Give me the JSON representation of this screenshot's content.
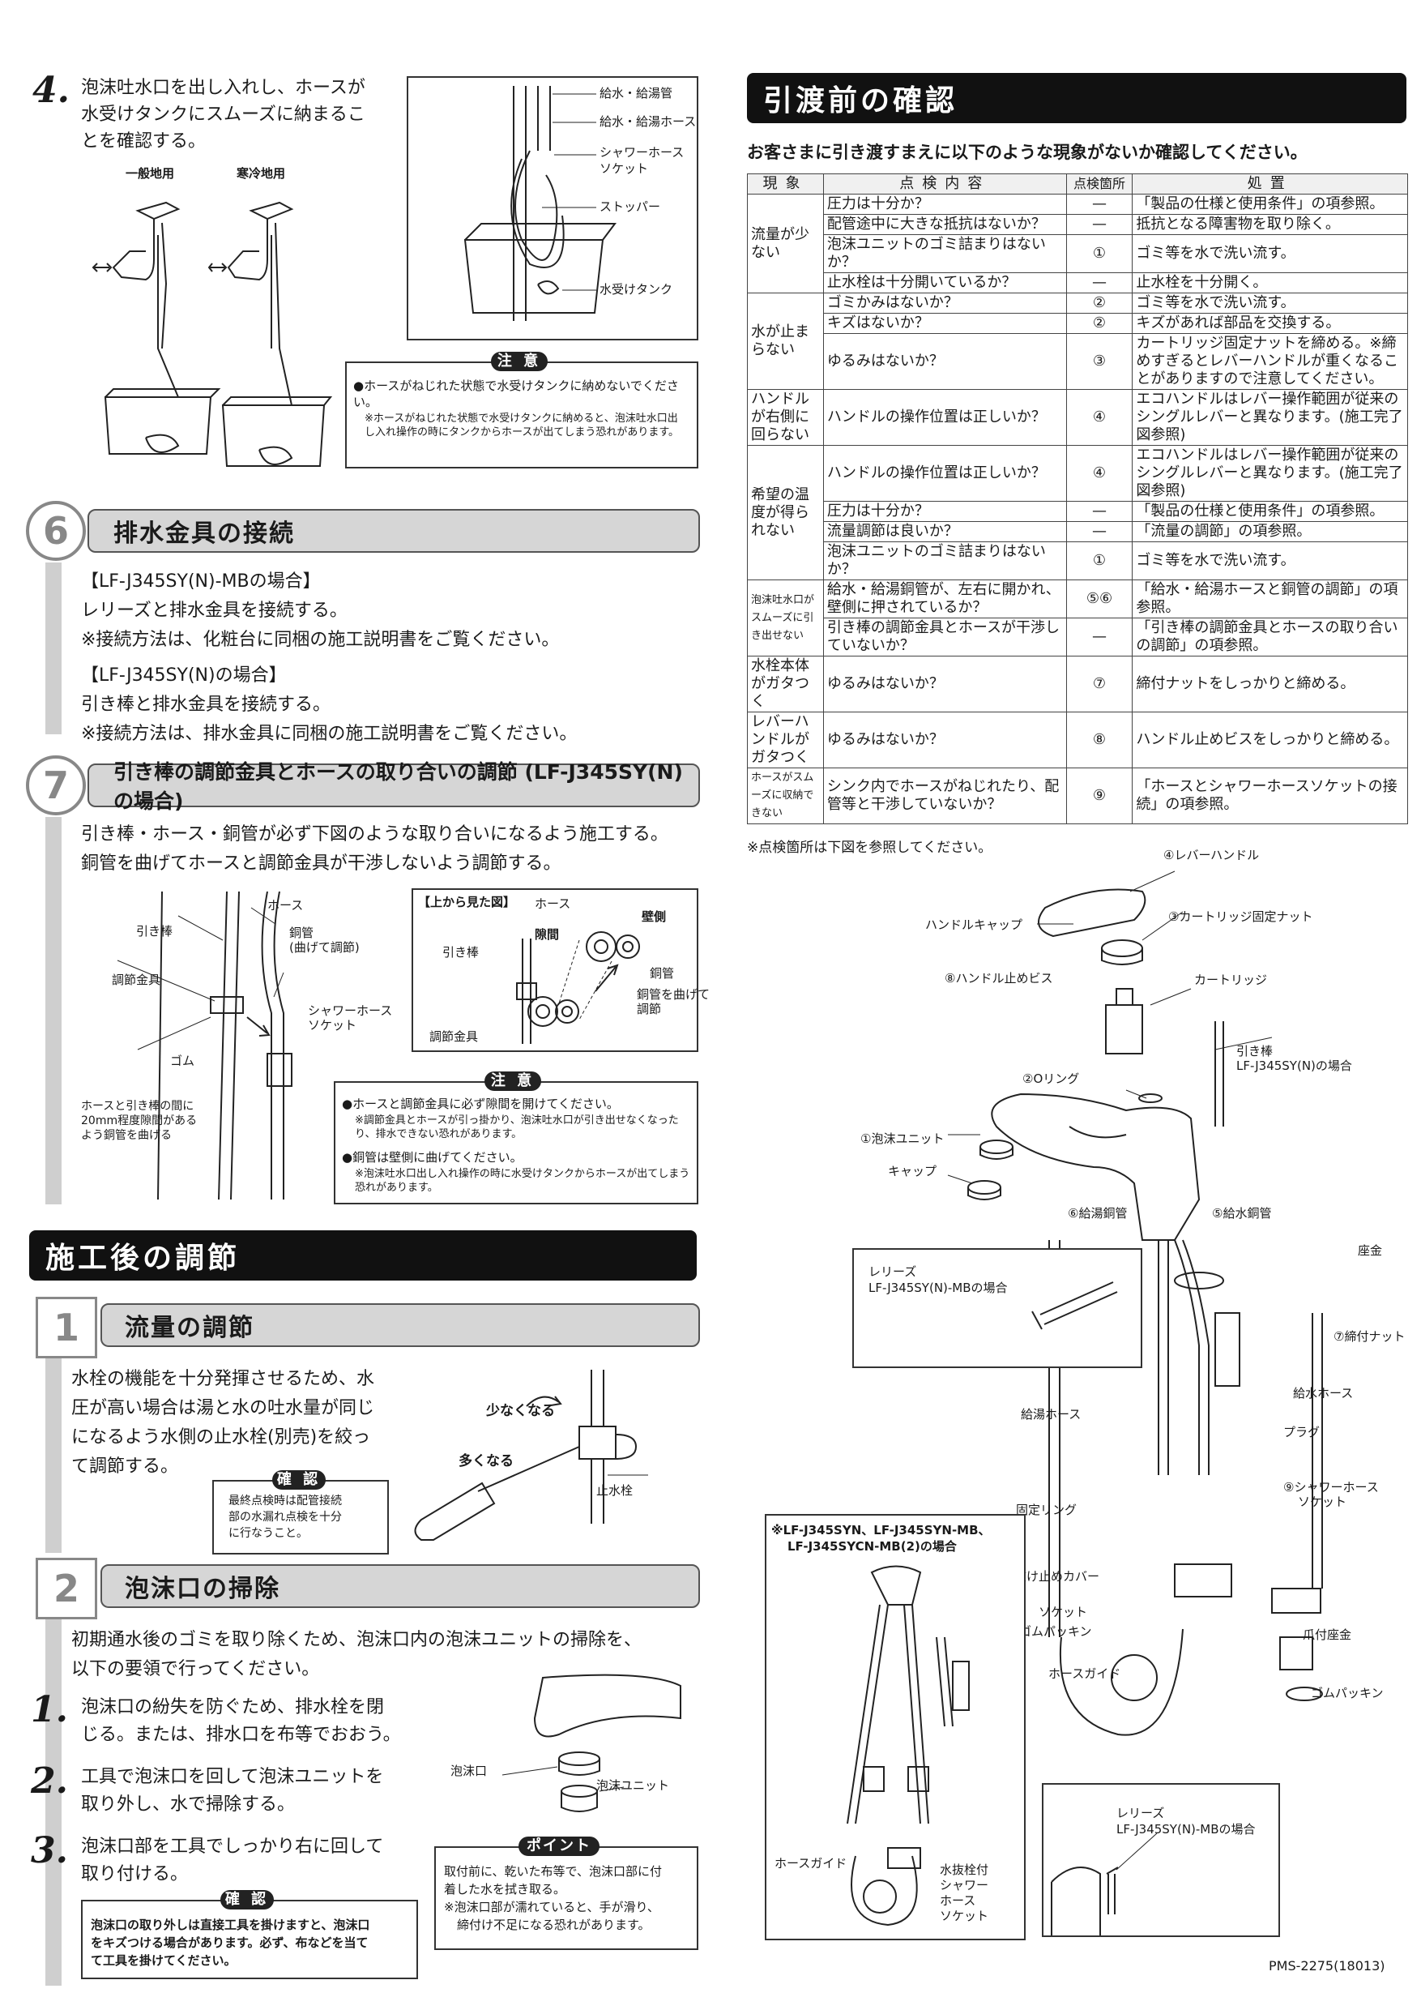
{
  "step4": {
    "num": "4.",
    "text": [
      "泡沫吐水口を出し入れし、ホースが",
      "水受けタンクにスムーズに納まるこ",
      "とを確認する。"
    ],
    "label_general": "一般地用",
    "label_cold": "寒冷地用",
    "diagram_labels": {
      "supply": "給水・給湯管",
      "hose": "給水・給湯ホース",
      "shower_socket_1": "シャワーホース",
      "shower_socket_2": "ソケット",
      "stopper": "ストッパー",
      "tank": "水受けタンク"
    },
    "caution": {
      "badge": "注 意",
      "main": "●ホースがねじれた状態で水受けタンクに納めないでください。",
      "note": "※ホースがねじれた状態で水受けタンクに納めると、泡沫吐水口出し入れ操作の時にタンクからホースが出てしまう恐れがあります。"
    }
  },
  "sec6": {
    "num": "6",
    "title": "排水金具の接続",
    "lines": [
      "【LF-J345SY(N)-MBの場合】",
      "レリーズと排水金具を接続する。",
      "※接続方法は、化粧台に同梱の施工説明書をご覧ください。",
      "【LF-J345SY(N)の場合】",
      "引き棒と排水金具を接続する。",
      "※接続方法は、排水金具に同梱の施工説明書をご覧ください。"
    ]
  },
  "sec7": {
    "num": "7",
    "title": "引き棒の調節金具とホースの取り合いの調節 (LF-J345SY(N)の場合)",
    "lines": [
      "引き棒・ホース・銅管が必ず下図のような取り合いになるよう施工する。",
      "銅管を曲げてホースと調節金具が干渉しないよう調節する。"
    ],
    "labels": {
      "hose": "ホース",
      "pullrod": "引き棒",
      "copper1": "銅管",
      "copper2": "(曲げて調節)",
      "adjust": "調節金具",
      "gom": "ゴム",
      "shower1": "シャワーホース",
      "shower2": "ソケット",
      "gap1": "ホースと引き棒の間に",
      "gap2": "20mm程度隙間がある",
      "gap3": "よう銅管を曲げる"
    },
    "top_view": {
      "title": "【上から見た図】",
      "hose": "ホース",
      "wall": "壁側",
      "gap": "隙間",
      "pullrod": "引き棒",
      "copper": "銅管",
      "bend1": "銅管を曲げて",
      "bend2": "調節",
      "adjust": "調節金具"
    },
    "caution": {
      "badge": "注 意",
      "main1": "●ホースと調節金具に必ず隙間を開けてください。",
      "note1": "※調節金具とホースが引っ掛かり、泡沫吐水口が引き出せなくなったり、排水できない恐れがあります。",
      "main2": "●銅管は壁側に曲げてください。",
      "note2": "※泡沫吐水口出し入れ操作の時に水受けタンクからホースが出てしまう恐れがあります。"
    }
  },
  "after": {
    "title": "施工後の調節",
    "s1": {
      "num": "1",
      "title": "流量の調節",
      "lines": [
        "水栓の機能を十分発揮させるため、水",
        "圧が高い場合は湯と水の吐水量が同じ",
        "になるよう水側の止水栓(別売)を絞っ",
        "て調節する。"
      ],
      "confirm_badge": "確 認",
      "confirm": [
        "最終点検時は配管接続",
        "部の水漏れ点検を十分",
        "に行なうこと。"
      ],
      "less": "少なくなる",
      "more": "多くなる",
      "stopcock": "止水栓"
    },
    "s2": {
      "num": "2",
      "title": "泡沫口の掃除",
      "lines": [
        "初期通水後のゴミを取り除くため、泡沫口内の泡沫ユニットの掃除を、",
        "以下の要領で行ってください。"
      ],
      "steps": [
        {
          "n": "1.",
          "l1": "泡沫口の紛失を防ぐため、排水栓を閉",
          "l2": "じる。または、排水口を布等でおおう。"
        },
        {
          "n": "2.",
          "l1": "工具で泡沫口を回して泡沫ユニットを",
          "l2": "取り外し、水で掃除する。"
        },
        {
          "n": "3.",
          "l1": "泡沫口部を工具でしっかり右に回して",
          "l2": "取り付ける。"
        }
      ],
      "awa_label": "泡沫口",
      "unit_label": "泡沫ユニット",
      "point_badge": "ポイント",
      "point": [
        "取付前に、乾いた布等で、泡沫口部に付",
        "着した水を拭き取る。",
        "※泡沫口部が濡れていると、手が滑り、",
        "締付け不足になる恐れがあります。"
      ],
      "confirm_badge": "確 認",
      "confirm": [
        "泡沫口の取り外しは直接工具を掛けますと、泡沫口",
        "をキズつける場合があります。必ず、布などを当て",
        "て工具を掛けてください。"
      ]
    }
  },
  "check": {
    "title": "引渡前の確認",
    "intro": "お客さまに引き渡すまえに以下のような現象がないか確認してください。",
    "headers": [
      "現象",
      "点検内容",
      "点検箇所",
      "処置"
    ],
    "rows": [
      {
        "phen": "流量が少ない",
        "items": [
          {
            "c": "圧力は十分か？",
            "p": "—",
            "a": "「製品の仕様と使用条件」の項参照。"
          },
          {
            "c": "配管途中に大きな抵抗はないか？",
            "p": "—",
            "a": "抵抗となる障害物を取り除く。"
          },
          {
            "c": "泡沫ユニットのゴミ詰まりはないか？",
            "p": "①",
            "a": "ゴミ等を水で洗い流す。"
          },
          {
            "c": "止水栓は十分開いているか？",
            "p": "—",
            "a": "止水栓を十分開く。"
          }
        ]
      },
      {
        "phen": "水が止まらない",
        "items": [
          {
            "c": "ゴミかみはないか？",
            "p": "②",
            "a": "ゴミ等を水で洗い流す。"
          },
          {
            "c": "キズはないか？",
            "p": "②",
            "a": "キズがあれば部品を交換する。"
          },
          {
            "c": "ゆるみはないか？",
            "p": "③",
            "a": "カートリッジ固定ナットを締める。※締めすぎるとレバーハンドルが重くなることがありますので注意してください。"
          }
        ]
      },
      {
        "phen": "ハンドルが右側に回らない",
        "items": [
          {
            "c": "ハンドルの操作位置は正しいか？",
            "p": "④",
            "a": "エコハンドルはレバー操作範囲が従来のシングルレバーと異なります。(施工完了図参照)"
          }
        ]
      },
      {
        "phen": "希望の温度が得られない",
        "items": [
          {
            "c": "ハンドルの操作位置は正しいか？",
            "p": "④",
            "a": "エコハンドルはレバー操作範囲が従来のシングルレバーと異なります。(施工完了図参照)"
          },
          {
            "c": "圧力は十分か？",
            "p": "—",
            "a": "「製品の仕様と使用条件」の項参照。"
          },
          {
            "c": "流量調節は良いか？",
            "p": "—",
            "a": "「流量の調節」の項参照。"
          },
          {
            "c": "泡沫ユニットのゴミ詰まりはないか？",
            "p": "①",
            "a": "ゴミ等を水で洗い流す。"
          }
        ]
      },
      {
        "phen": "泡沫吐水口がスムーズに引き出せない",
        "items": [
          {
            "c": "給水・給湯銅管が、左右に開かれ、壁側に押されているか？",
            "p": "⑤⑥",
            "a": "「給水・給湯ホースと銅管の調節」の項参照。"
          },
          {
            "c": "引き棒の調節金具とホースが干渉していないか？",
            "p": "—",
            "a": "「引き棒の調節金具とホースの取り合いの調節」の項参照。"
          }
        ]
      },
      {
        "phen": "水栓本体がガタつく",
        "items": [
          {
            "c": "ゆるみはないか？",
            "p": "⑦",
            "a": "締付ナットをしっかりと締める。"
          }
        ]
      },
      {
        "phen": "レバーハンドルがガタつく",
        "items": [
          {
            "c": "ゆるみはないか？",
            "p": "⑧",
            "a": "ハンドル止めビスをしっかりと締める。"
          }
        ]
      },
      {
        "phen": "ホースがスムーズに収納できない",
        "items": [
          {
            "c": "シンク内でホースがねじれたり、配管等と干渉していないか？",
            "p": "⑨",
            "a": "「ホースとシャワーホースソケットの接続」の項参照。"
          }
        ]
      }
    ],
    "footnote": "※点検箇所は下図を参照してください。"
  },
  "parts": {
    "lever": "④レバーハンドル",
    "handlecap": "ハンドルキャップ",
    "nut": "③カートリッジ固定ナット",
    "screw": "⑧ハンドル止めビス",
    "cartridge": "カートリッジ",
    "pullrod1": "引き棒",
    "pullrod2": "LF-J345SY(N)の場合",
    "oring": "②Oリング",
    "awaunit": "①泡沫ユニット",
    "cap": "キャップ",
    "hot": "⑥給湯銅管",
    "cold": "⑤給水銅管",
    "release1": "レリーズ",
    "release2": "LF-J345SY(N)-MBの場合",
    "seat": "座金",
    "fasten": "⑦締付ナット",
    "hothose": "給湯ホース",
    "coldhose": "給水ホース",
    "plug": "プラグ",
    "showersocket1": "⑨シャワーホース",
    "showersocket2": "ソケット",
    "ring": "固定リング",
    "cover": "抜け止めカバー",
    "socket": "ソケット",
    "packing": "ゴムパッキン",
    "clawseat": "爪付座金",
    "packing2": "ゴムパッキン",
    "guide": "ホースガイド",
    "inset_title": [
      "※LF-J345SYN、LF-J345SYN-MB、",
      "LF-J345SYCN-MB(2)の場合"
    ],
    "inset_guide": "ホースガイド",
    "inset_socket": [
      "水抜栓付",
      "シャワー",
      "ホース",
      "ソケット"
    ],
    "release_b1": "レリーズ",
    "release_b2": "LF-J345SY(N)-MBの場合"
  },
  "doc_code": "PMS-2275(18013)"
}
